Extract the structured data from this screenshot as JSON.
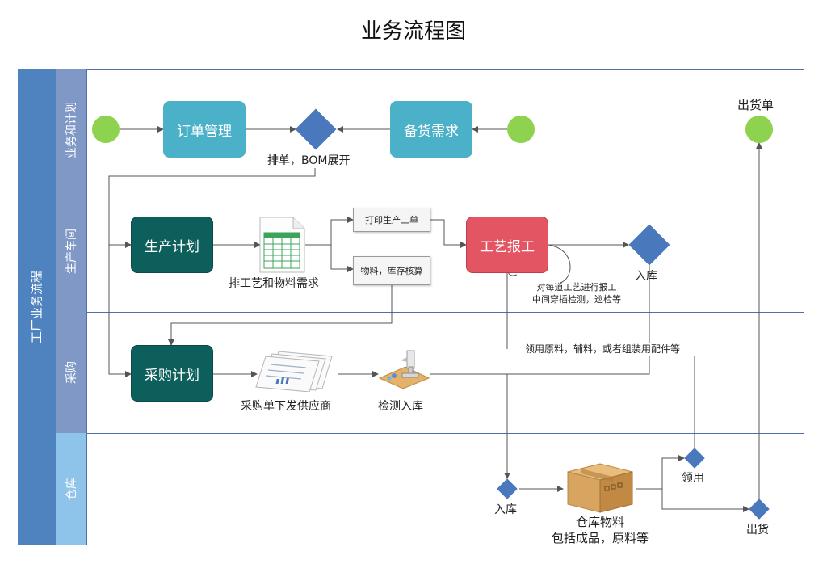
{
  "title": "业务流程图",
  "pool": {
    "label": "工厂业务流程",
    "color": "#4f83bf"
  },
  "lanes": [
    {
      "label": "业务和计划",
      "color": "#8098c6"
    },
    {
      "label": "生产车间",
      "color": "#8098c6"
    },
    {
      "label": "采购",
      "color": "#8098c6"
    },
    {
      "label": "仓库",
      "color": "#8fc4ea"
    }
  ],
  "nodes": {
    "order_management": "订单管理",
    "stock_requirement": "备货需求",
    "schedule_bom": "排单，BOM展开",
    "shipping_order": "出货单",
    "production_plan": "生产计划",
    "schedule_materials": "排工艺和物料需求",
    "print_work_order": "打印生产工单",
    "material_inventory": "物料，库存核算",
    "process_report": "工艺报工",
    "inbound_production": "入库",
    "qc_note_line1": "对每道工艺进行报工",
    "qc_note_line2": "中间穿插检测，巡检等",
    "requisition_note": "领用原料，辅料，或者组装用配件等",
    "purchase_plan": "采购计划",
    "purchase_order_supplier": "采购单下发供应商",
    "inspection_inbound": "检测入库",
    "inbound_warehouse": "入库",
    "warehouse_materials_line1": "仓库物料",
    "warehouse_materials_line2": "包括成品，原料等",
    "requisition": "领用",
    "shipping": "出货"
  },
  "colors": {
    "start_event": "#8ed34f",
    "gateway": "#4a78bc",
    "teal_task": "#4bb1c9",
    "dark_task": "#0d5f5c",
    "red_task": "#e35562",
    "connector": "#555555"
  },
  "icons": [
    "spreadsheet-icon",
    "documents-icon",
    "microscope-icon",
    "cardboard-box-icon"
  ]
}
